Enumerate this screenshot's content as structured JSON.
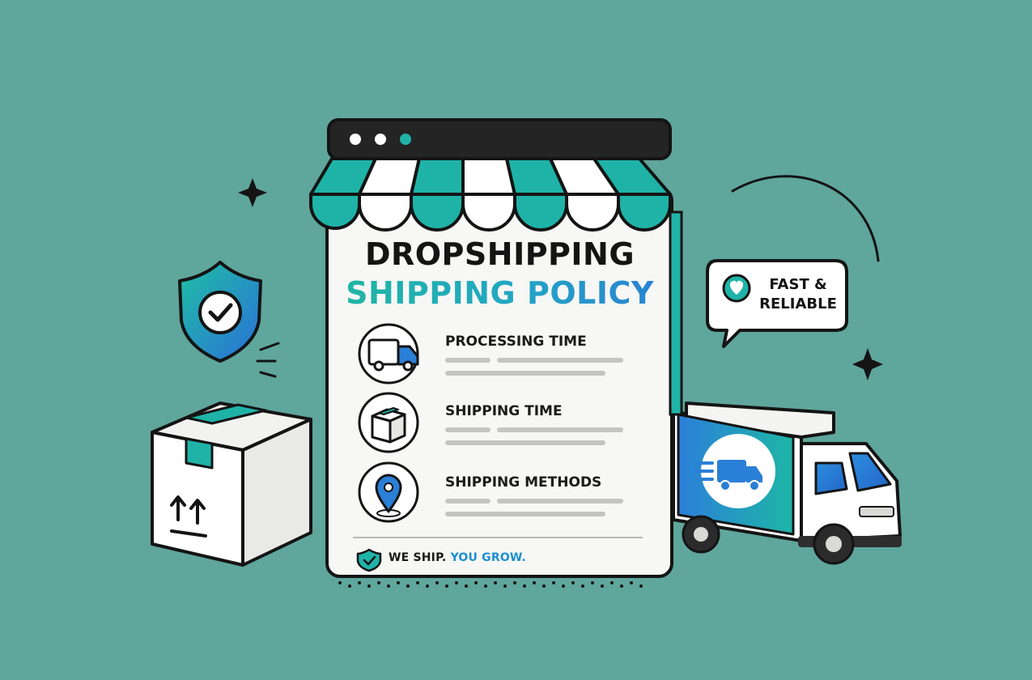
{
  "card": {
    "title_line1": "DROPSHIPPING",
    "title_line2": "SHIPPING POLICY",
    "items": [
      {
        "label": "PROCESSING TIME",
        "icon": "delivery-truck-icon"
      },
      {
        "label": "SHIPPING TIME",
        "icon": "package-box-icon"
      },
      {
        "label": "SHIPPING METHODS",
        "icon": "location-pin-icon"
      }
    ],
    "footer": {
      "part1": "WE SHIP.",
      "part2": "YOU GROW."
    }
  },
  "badge": {
    "line1": "FAST &",
    "line2": "RELIABLE"
  },
  "colors": {
    "background": "#5fa69c",
    "teal": "#1fb3a8",
    "blue": "#2a7fd6",
    "ink": "#141414",
    "card": "#f7f7f5"
  }
}
